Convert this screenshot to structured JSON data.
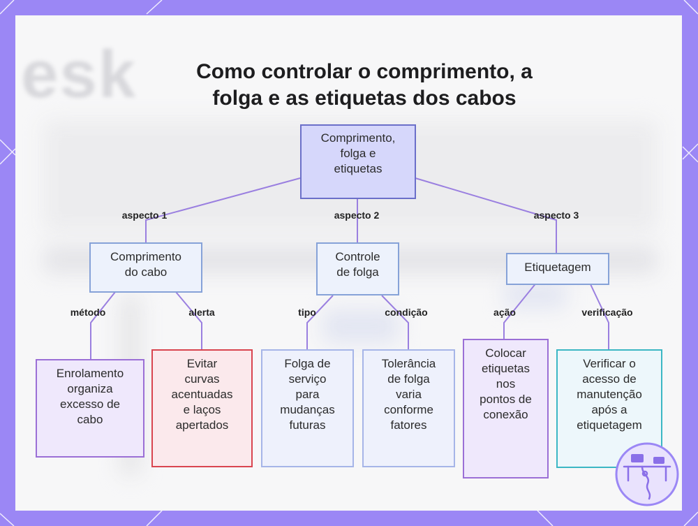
{
  "title_lines": [
    "Como controlar o comprimento, a",
    "folga e as etiquetas dos cabos"
  ],
  "background_text": "esk",
  "colors": {
    "frame": "#9b87f5",
    "card": "#f7f7f8",
    "link": "#9a7fe0",
    "root_fill": "#d6d7fb",
    "root_border": "#6b6fc9",
    "mid_fill": "#edf2fc",
    "mid_border": "#86a2d8",
    "purple_fill": "#efe8fc",
    "purple_border": "#9b6fd6",
    "red_fill": "#fbe9ec",
    "red_border": "#d9454f",
    "blue_fill": "#eef1fc",
    "blue_border": "#a6b5e8",
    "teal_fill": "#edf7fb",
    "teal_border": "#3cb7c4"
  },
  "nodes": {
    "root": "Comprimento,\nfolga e\netiquetas",
    "comprimento": "Comprimento\ndo cabo",
    "folga": "Controle\nde folga",
    "etiquetagem": "Etiquetagem",
    "enrolamento": "Enrolamento\norganiza\nexcesso de\ncabo",
    "evitar": "Evitar\ncurvas\nacentuadas\ne laços\napertados",
    "servico": "Folga de\nserviço\npara\nmudanças\nfuturas",
    "tolerancia": "Tolerância\nde folga\nvaria\nconforme\nfatores",
    "colocar": "Colocar\netiquetas\nnos\npontos de\nconexão",
    "verificar": "Verificar o\nacesso de\nmanutenção\napós a\netiquetagem"
  },
  "edge_labels": {
    "aspecto1": "aspecto 1",
    "aspecto2": "aspecto 2",
    "aspecto3": "aspecto 3",
    "metodo": "método",
    "alerta": "alerta",
    "tipo": "tipo",
    "condicao": "condição",
    "acao": "ação",
    "verificacao": "verificação"
  },
  "icons": {
    "logo": "desk-workstation-icon"
  }
}
